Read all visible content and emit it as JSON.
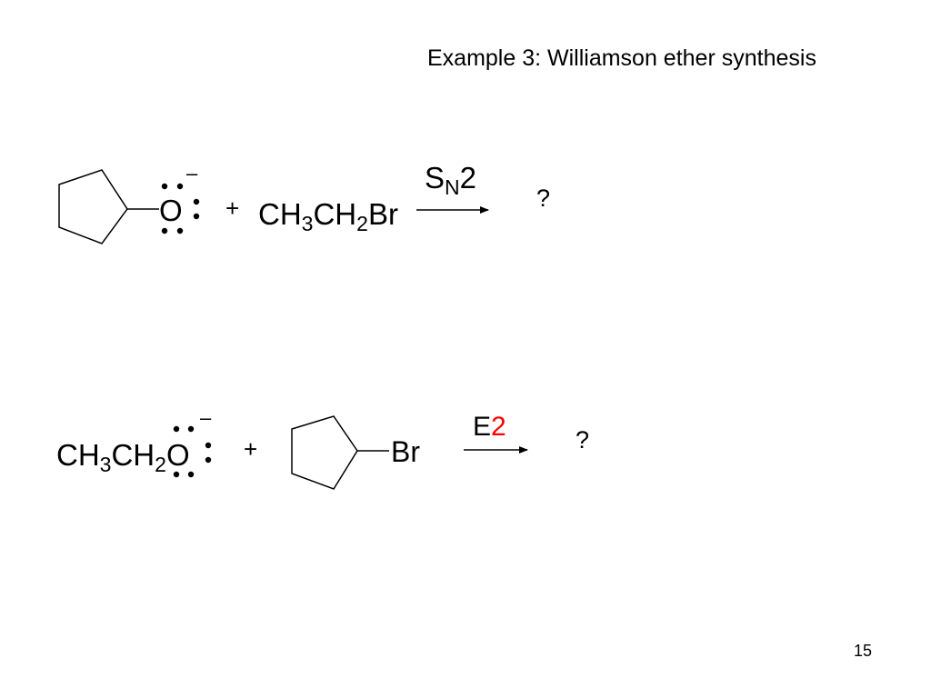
{
  "slide": {
    "title": "Example 3:  Williamson ether synthesis",
    "page_number": "15"
  },
  "reaction1": {
    "oxygen": "O",
    "charge": "–",
    "plus": "+",
    "reagent": {
      "p1": "CH",
      "s1": "3",
      "p2": "CH",
      "s2": "2",
      "p3": "Br"
    },
    "condition": {
      "main": "S",
      "sub": "N",
      "tail": "2"
    },
    "product": "?"
  },
  "reaction2": {
    "reagent": {
      "p1": "CH",
      "s1": "3",
      "p2": "CH",
      "s2": "2",
      "p3": "O"
    },
    "charge": "–",
    "plus": "+",
    "halide": "Br",
    "condition": {
      "letter": "E",
      "number": "2"
    },
    "product": "?",
    "colors": {
      "highlight": "#ff0000"
    }
  }
}
